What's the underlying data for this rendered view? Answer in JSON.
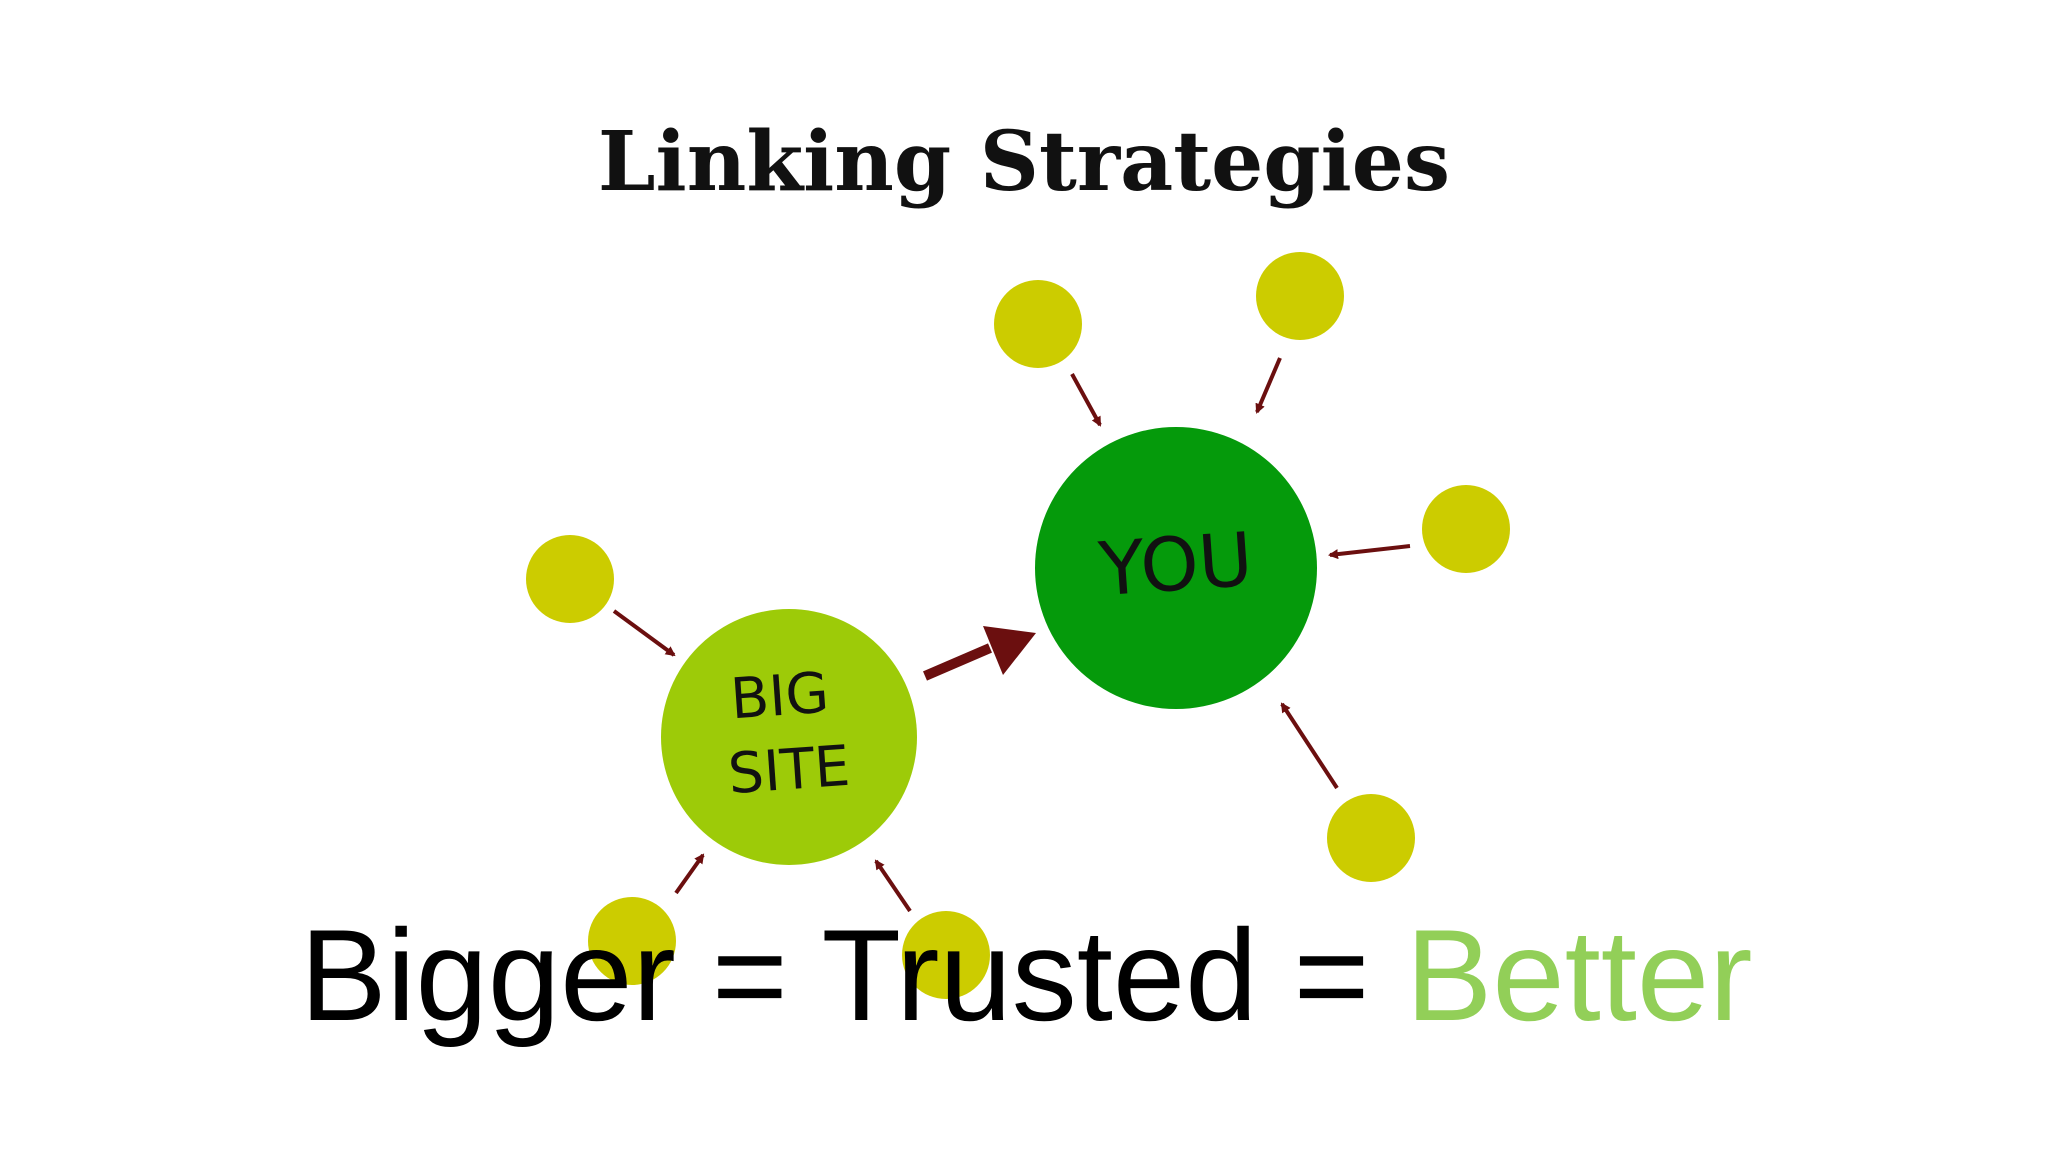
{
  "slide": {
    "title": "Linking Strategies"
  },
  "diagram": {
    "nodes": {
      "big_site": {
        "label_line1": "BIG",
        "label_line2": "SITE",
        "color": "#9DCB08"
      },
      "you": {
        "label": "YOU",
        "color": "#059A0B"
      },
      "small_node_color": "#CCCC00",
      "arrow_color": "#6B0F0F"
    }
  },
  "tagline": {
    "part1": "Bigger = Trusted = ",
    "part2": "Better",
    "part2_color": "#92CF58"
  }
}
